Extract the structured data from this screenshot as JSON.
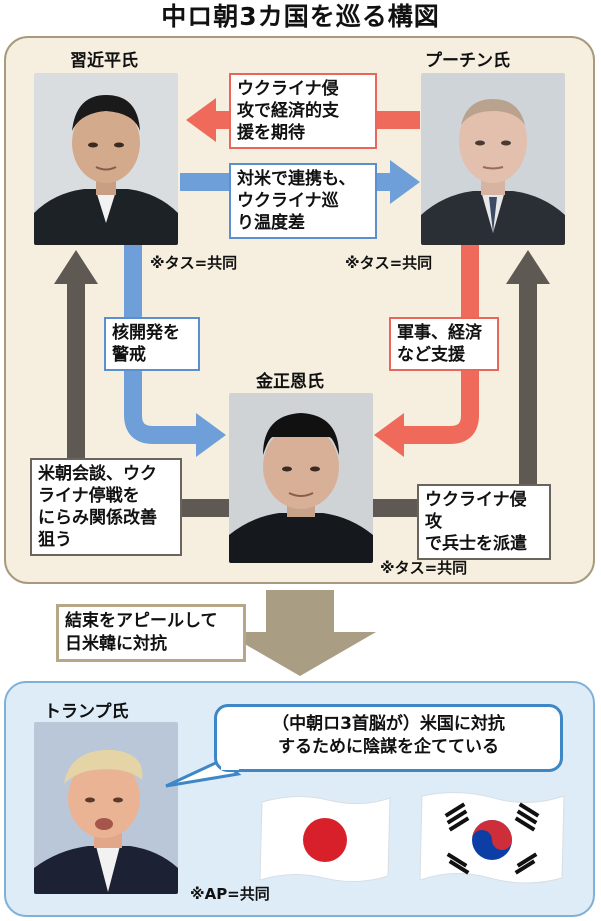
{
  "title": "中ロ朝3カ国を巡る構図",
  "people": {
    "xi": {
      "name": "習近平氏",
      "credit": "※タス=共同"
    },
    "putin": {
      "name": "プーチン氏",
      "credit": "※タス=共同"
    },
    "kim": {
      "name": "金正恩氏",
      "credit": "※タス=共同"
    },
    "trump": {
      "name": "トランプ氏",
      "credit": "※AP=共同"
    }
  },
  "relations": {
    "russia_to_china": {
      "lines": [
        "ウクライナ侵",
        "攻で経済的支",
        "援を期待"
      ]
    },
    "china_to_russia": {
      "lines": [
        "対米で連携も、",
        "ウクライナ巡",
        "り温度差"
      ]
    },
    "china_to_nk": {
      "lines": [
        "核開発を",
        "警戒"
      ]
    },
    "russia_to_nk": {
      "lines": [
        "軍事、経済",
        "など支援"
      ]
    },
    "nk_to_china": {
      "lines": [
        "米朝会談、ウク",
        "ライナ停戦を",
        "にらみ関係改善",
        "狙う"
      ]
    },
    "nk_to_russia": {
      "lines": [
        "ウクライナ侵攻",
        "で兵士を派遣"
      ]
    },
    "bloc_to_us": {
      "lines": [
        "結束をアピールして",
        "日米韓に対抗"
      ]
    }
  },
  "trump_quote": {
    "lines": [
      "（中朝ロ3首脳が）米国に対抗",
      "するために陰謀を企てている"
    ]
  },
  "flags": {
    "japan": "japan-flag",
    "korea": "south-korea-flag"
  },
  "colors": {
    "red_arrow": "#ef6a5a",
    "blue_arrow": "#6f9fd8",
    "gray_arrow": "#5e5a53",
    "beige_arrow": "#a99d83",
    "top_panel": "#f6efdf",
    "bottom_panel": "#ddecf7"
  }
}
